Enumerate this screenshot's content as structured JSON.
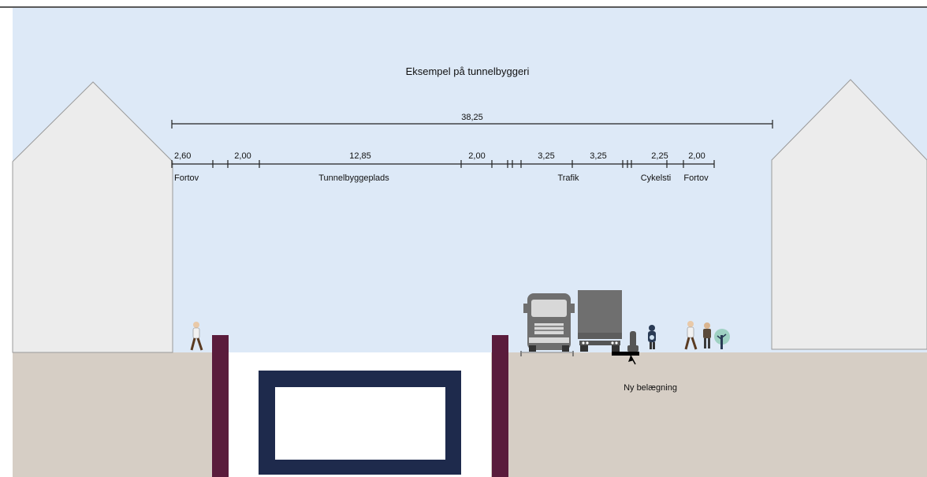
{
  "title": "Eksempel på tunnelbyggeri",
  "total_width_label": "38,25",
  "segments": [
    {
      "width_label": "2,60"
    },
    {
      "width_label": "2,00"
    },
    {
      "width_label": "12,85"
    },
    {
      "width_label": "2,00"
    },
    {
      "width_label": "3,25"
    },
    {
      "width_label": "3,25"
    },
    {
      "width_label": "2,25"
    },
    {
      "width_label": "2,00"
    }
  ],
  "zones": [
    {
      "label": "Fortov"
    },
    {
      "label": "Tunnelbyggeplads"
    },
    {
      "label": "Trafik"
    },
    {
      "label": "Cykelsti"
    },
    {
      "label": "Fortov"
    }
  ],
  "callout": {
    "label": "Ny belægning"
  },
  "icons": [
    "house-left-icon",
    "house-right-icon",
    "pedestrian-icon",
    "truck-front-icon",
    "truck-rear-icon",
    "cyclist-icon",
    "tree-icon"
  ],
  "colors": {
    "sky": "#dde9f7",
    "ground": "#d6cec5",
    "house": "#ececec",
    "house_outline": "#9a9a9a",
    "sheet_pile": "#5a1c3c",
    "tunnel": "#1e2a4c",
    "vehicle": "#6f6f6f",
    "pavement": "#000000"
  }
}
